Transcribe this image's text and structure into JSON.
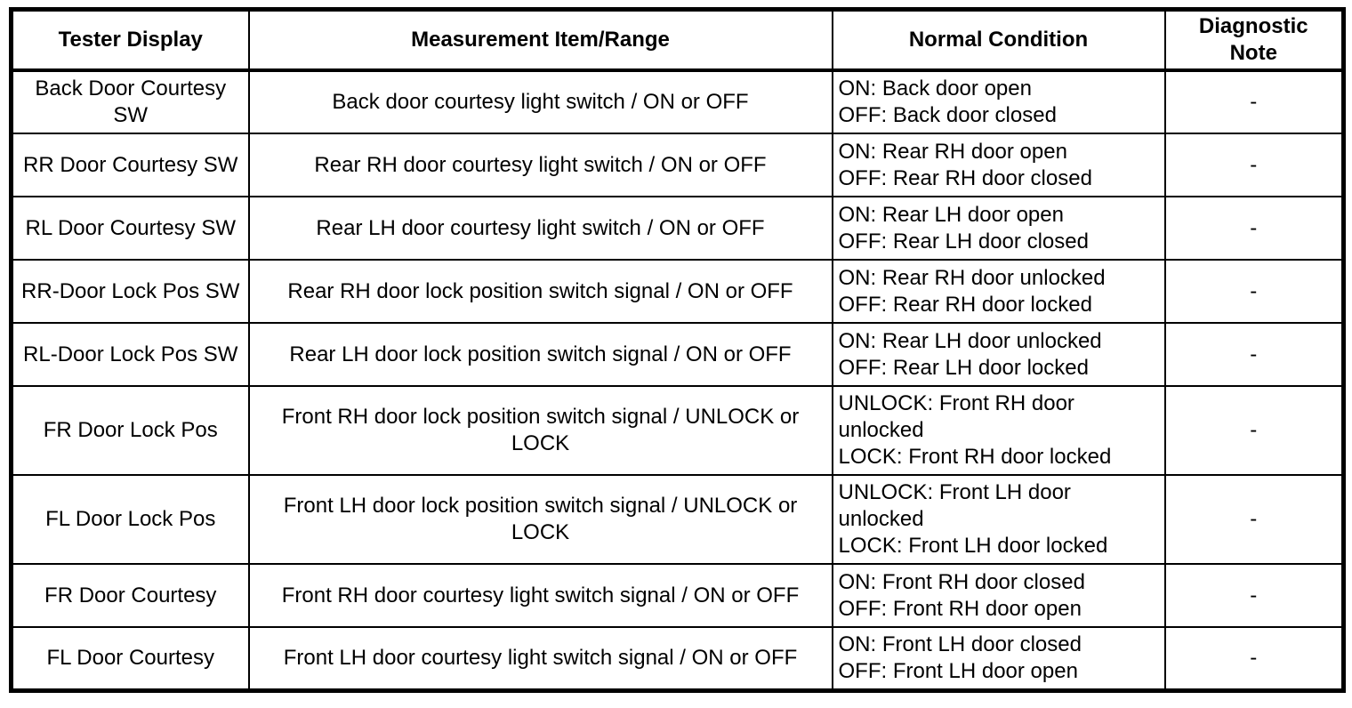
{
  "page": {
    "background_color": "#ffffff",
    "border_color": "#000000",
    "text_color": "#000000"
  },
  "table": {
    "columns": {
      "tester_display": "Tester Display",
      "measurement": "Measurement Item/Range",
      "normal_condition": "Normal Condition",
      "diagnostic_note": "Diagnostic\nNote"
    },
    "rows": [
      {
        "tester_display": "Back Door Courtesy\nSW",
        "measurement": "Back door courtesy light switch / ON or OFF",
        "normal_condition": "ON: Back door open\nOFF: Back door closed",
        "diagnostic_note": "-"
      },
      {
        "tester_display": "RR Door Courtesy SW",
        "measurement": "Rear RH door courtesy light switch / ON or OFF",
        "normal_condition": "ON: Rear RH door open\nOFF: Rear RH door closed",
        "diagnostic_note": "-"
      },
      {
        "tester_display": "RL Door Courtesy SW",
        "measurement": "Rear LH door courtesy light switch / ON or OFF",
        "normal_condition": "ON: Rear LH door open\nOFF: Rear LH door closed",
        "diagnostic_note": "-"
      },
      {
        "tester_display": "RR-Door Lock Pos SW",
        "measurement": "Rear RH door lock position switch signal / ON or OFF",
        "normal_condition": "ON: Rear RH door unlocked\nOFF: Rear RH door locked",
        "diagnostic_note": "-"
      },
      {
        "tester_display": "RL-Door Lock Pos SW",
        "measurement": "Rear LH door lock position switch signal / ON or OFF",
        "normal_condition": "ON: Rear LH door unlocked\nOFF: Rear LH door locked",
        "diagnostic_note": "-"
      },
      {
        "tester_display": "FR Door Lock Pos",
        "measurement": "Front RH door lock position switch signal / UNLOCK or\nLOCK",
        "normal_condition": "UNLOCK: Front RH door\nunlocked\nLOCK: Front RH door locked",
        "diagnostic_note": "-"
      },
      {
        "tester_display": "FL Door Lock Pos",
        "measurement": "Front LH door lock position switch signal / UNLOCK or\nLOCK",
        "normal_condition": "UNLOCK: Front LH door\nunlocked\nLOCK: Front LH door locked",
        "diagnostic_note": "-"
      },
      {
        "tester_display": "FR Door Courtesy",
        "measurement": "Front RH door courtesy light switch signal / ON or OFF",
        "normal_condition": "ON: Front RH door closed\nOFF: Front RH door open",
        "diagnostic_note": "-"
      },
      {
        "tester_display": "FL Door Courtesy",
        "measurement": "Front LH door courtesy light switch signal / ON or OFF",
        "normal_condition": "ON: Front LH door closed\nOFF: Front LH door open",
        "diagnostic_note": "-"
      }
    ]
  }
}
